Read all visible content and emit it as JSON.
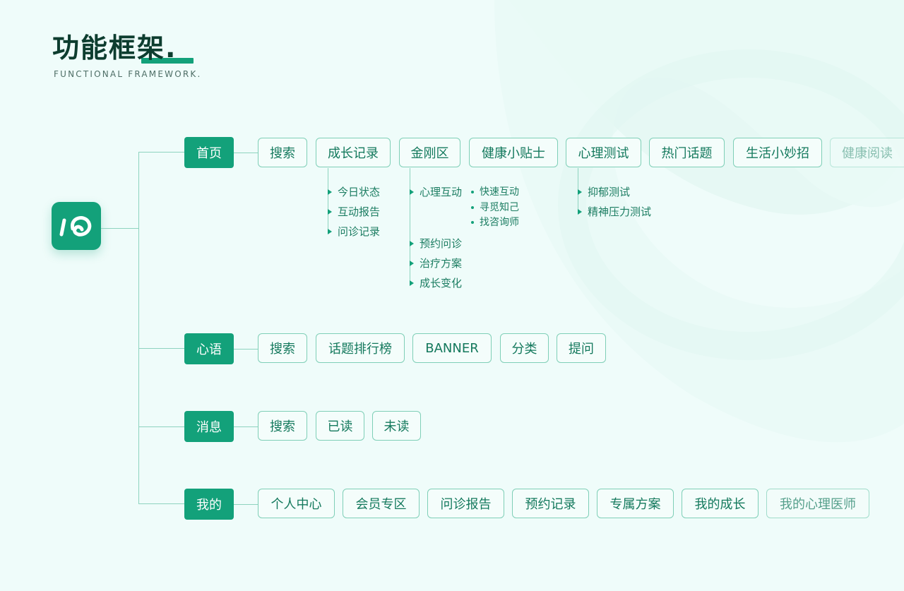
{
  "header": {
    "title": "功能框架.",
    "subtitle": "FUNCTIONAL FRAMEWORK."
  },
  "colors": {
    "accent": "#13a17a",
    "title": "#0d3d2f",
    "background": "#effcfa"
  },
  "app_icon": "logo-heart-icon",
  "categories": [
    {
      "label": "首页",
      "items": [
        "搜索",
        "成长记录",
        "金刚区",
        "健康小贴士",
        "心理测试",
        "热门话题",
        "生活小妙招",
        "健康阅读"
      ]
    },
    {
      "label": "心语",
      "items": [
        "搜索",
        "话题排行榜",
        "BANNER",
        "分类",
        "提问"
      ]
    },
    {
      "label": "消息",
      "items": [
        "搜索",
        "已读",
        "未读"
      ]
    },
    {
      "label": "我的",
      "items": [
        "个人中心",
        "会员专区",
        "问诊报告",
        "预约记录",
        "专属方案",
        "我的成长",
        "我的心理医师"
      ]
    }
  ],
  "sub": {
    "growth": [
      "今日状态",
      "互动报告",
      "问诊记录"
    ],
    "kingkong": [
      "心理互动",
      "预约问诊",
      "治疗方案",
      "成长变化"
    ],
    "interaction": [
      "快速互动",
      "寻觅知己",
      "找咨询师"
    ],
    "test": [
      "抑郁测试",
      "精神压力测试"
    ]
  }
}
